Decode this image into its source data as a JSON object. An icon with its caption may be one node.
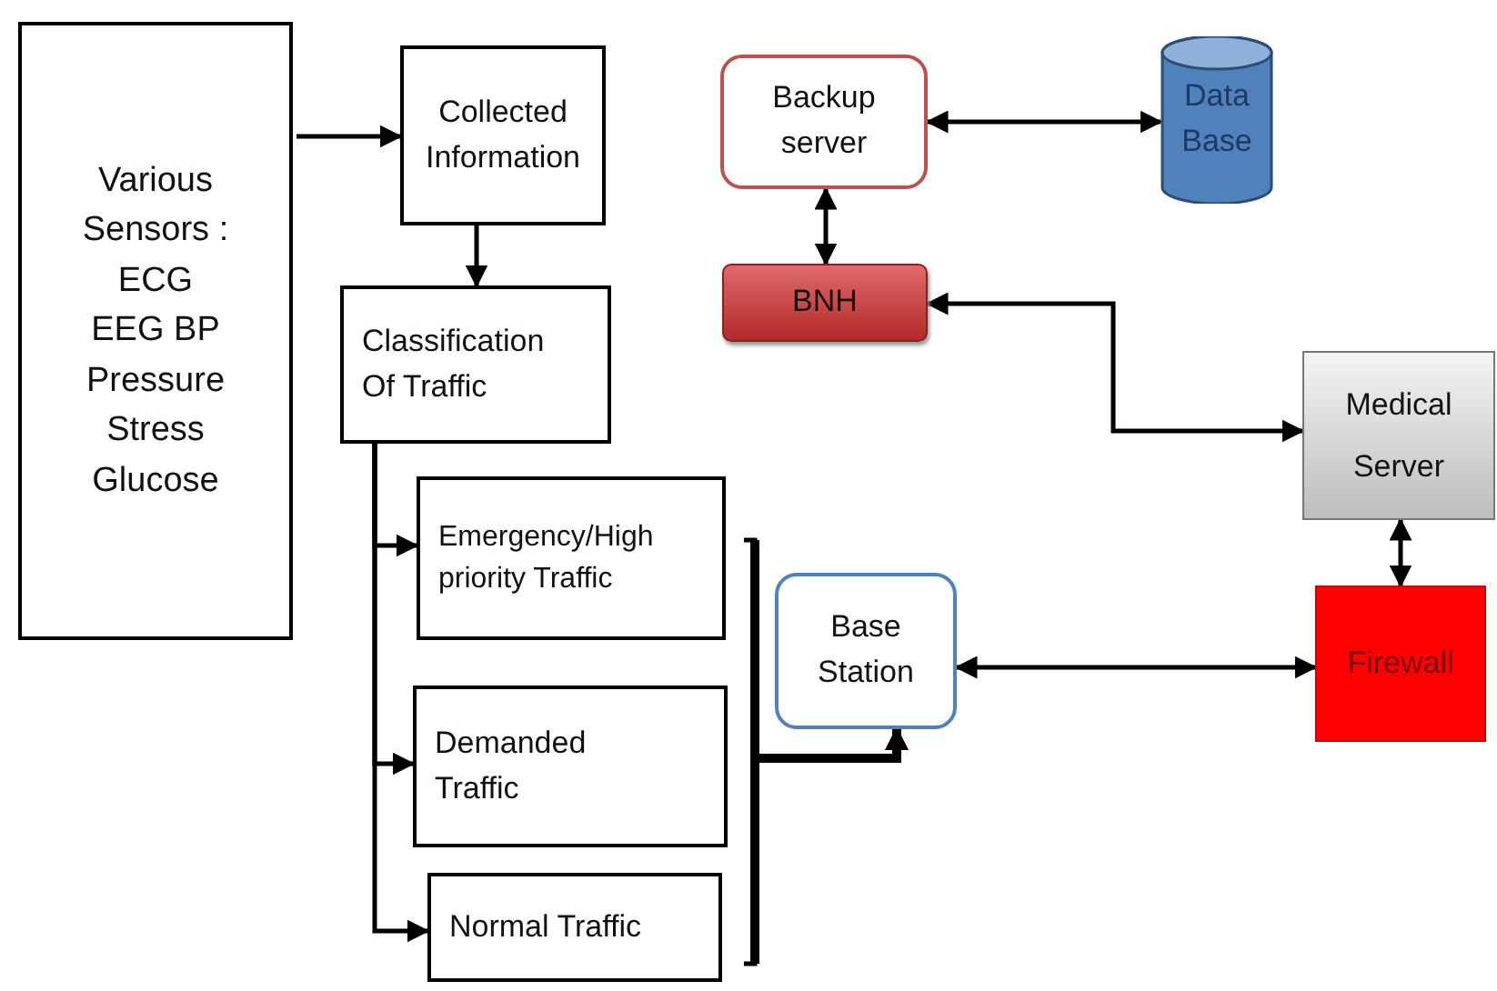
{
  "diagram": {
    "nodes": [
      {
        "text": [
          "Various Sensors : ECG EEG BP Pressure Stress Glucose"
        ]
      },
      {
        "text": [
          "Collected Information"
        ]
      },
      {
        "text": [
          "Classification Of Traffic"
        ]
      },
      {
        "text": [
          "Emergency/High priority Traffic"
        ]
      },
      {
        "text": [
          "Demanded Traffic"
        ]
      },
      {
        "text": [
          "Normal Traffic"
        ]
      },
      {
        "text": [
          "Backup server"
        ]
      },
      {
        "text": [
          "Data Base"
        ]
      },
      {
        "text": [
          "BNH"
        ]
      },
      {
        "text": [
          "Medical Server"
        ]
      },
      {
        "text": [
          "Base Station"
        ]
      },
      {
        "text": [
          "Firewall"
        ]
      }
    ],
    "edges": [
      {
        "from": 0,
        "to": 1,
        "arrow": "to"
      },
      {
        "from": 1,
        "to": 2,
        "arrow": "to"
      },
      {
        "from": 2,
        "to": 3,
        "arrow": "to"
      },
      {
        "from": 2,
        "to": 4,
        "arrow": "to"
      },
      {
        "from": 2,
        "to": 5,
        "arrow": "to"
      },
      {
        "from": 3,
        "to": 10,
        "arrow": "to",
        "style": "thick"
      },
      {
        "from": 4,
        "to": 10,
        "arrow": "to",
        "style": "thick"
      },
      {
        "from": 5,
        "to": 10,
        "arrow": "to",
        "style": "thick"
      },
      {
        "from": 6,
        "to": 7,
        "arrow": "both"
      },
      {
        "from": 6,
        "to": 8,
        "arrow": "both"
      },
      {
        "from": 8,
        "to": 9,
        "arrow": "both"
      },
      {
        "from": 9,
        "to": 11,
        "arrow": "both"
      },
      {
        "from": 10,
        "to": 11,
        "arrow": "both"
      }
    ]
  }
}
